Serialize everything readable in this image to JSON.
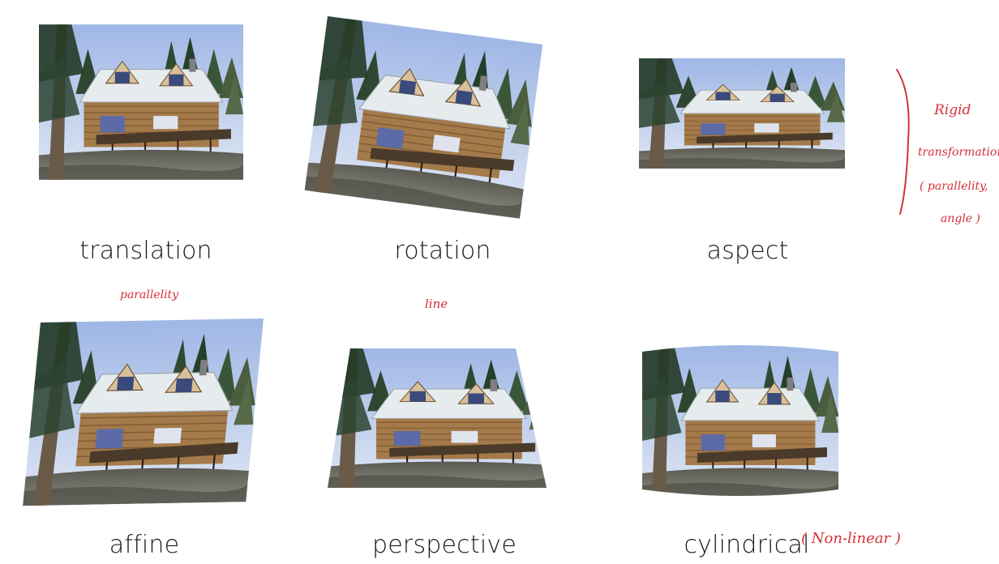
{
  "transforms": [
    {
      "label": "translation"
    },
    {
      "label": "rotation"
    },
    {
      "label": "aspect"
    },
    {
      "label": "affine"
    },
    {
      "label": "perspective"
    },
    {
      "label": "cylindrical"
    }
  ],
  "annotations": {
    "rigid_line1": "Rigid",
    "rigid_line2": "transformation",
    "rigid_line3": "( parallelity,",
    "rigid_line4": "angle )",
    "parallelity": "parallelity",
    "line": "line",
    "nonlinear": "( Non-linear )"
  },
  "colors": {
    "annotation_ink": "#d4303a",
    "label_text": "#1a1a1a"
  }
}
